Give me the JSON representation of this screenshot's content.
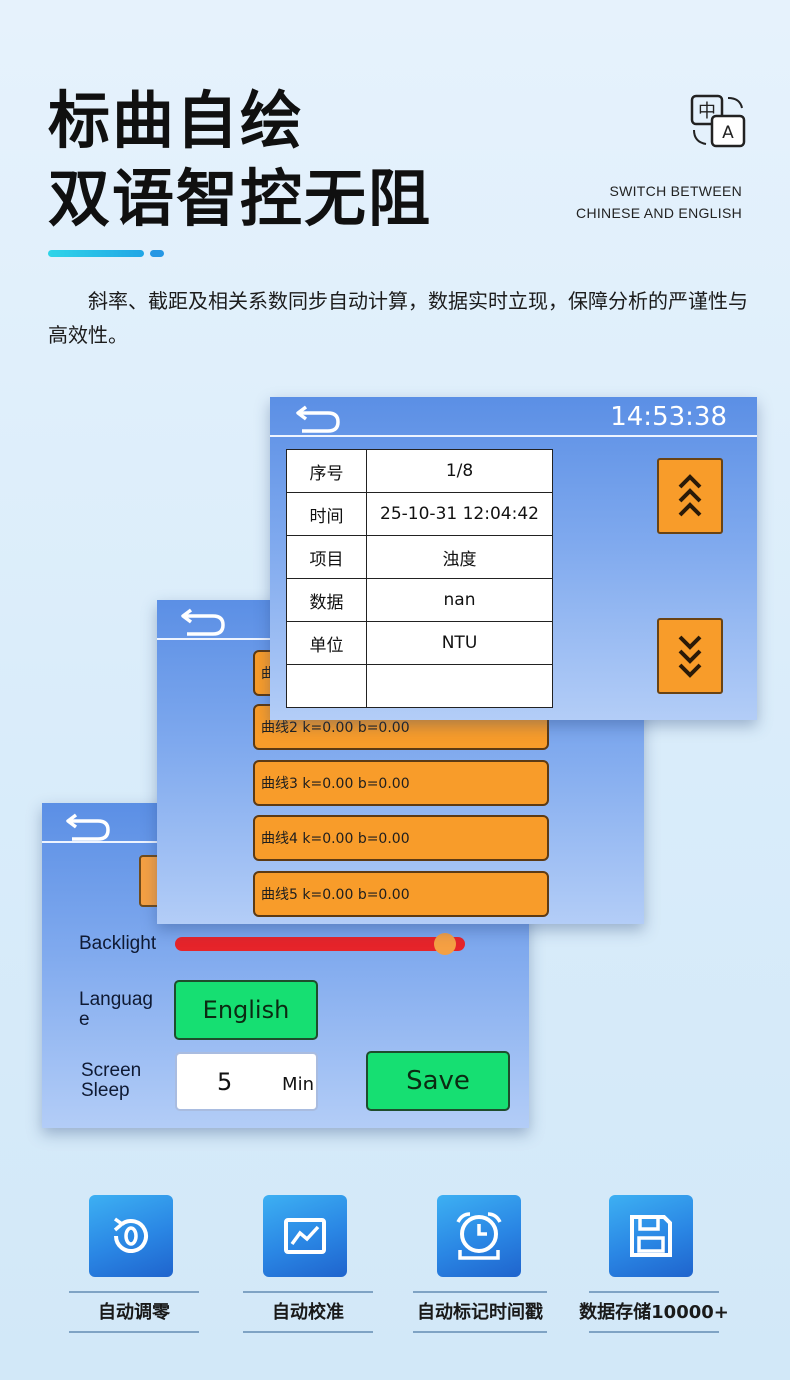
{
  "header": {
    "headline_line1": "标曲自绘",
    "headline_line2": "双语智控无阻",
    "switch_line1": "SWITCH BETWEEN",
    "switch_line2": "CHINESE AND ENGLISH",
    "lang_icon_char_cn": "中",
    "lang_icon_char_en": "A"
  },
  "description": "斜率、截距及相关系数同步自动计算，数据实时立现，保障分析的严谨性与高效性。",
  "settings_screen": {
    "backlight_label": "Backlight",
    "backlight_level": 0.93,
    "language_label_line1": "Languag",
    "language_label_line2": "e",
    "language_button": "English",
    "sleep_label_line1": "Screen",
    "sleep_label_line2": "Sleep",
    "sleep_value": "5",
    "sleep_unit": "Min",
    "save_button": "Save"
  },
  "curves_screen": {
    "partial_item": "曲",
    "curves": [
      "曲线2 k=0.00 b=0.00",
      "曲线3 k=0.00 b=0.00",
      "曲线4 k=0.00 b=0.00",
      "曲线5 k=0.00 b=0.00"
    ]
  },
  "record_screen": {
    "clock": "14:53:38",
    "rows": [
      {
        "key": "序号",
        "value": "1/8"
      },
      {
        "key": "时间",
        "value": "25-10-31 12:04:42"
      },
      {
        "key": "项目",
        "value": "浊度"
      },
      {
        "key": "数据",
        "value": "nan"
      },
      {
        "key": "单位",
        "value": "NTU"
      },
      {
        "key": "",
        "value": ""
      }
    ]
  },
  "features": [
    {
      "label": "自动调零",
      "icon": "auto-zero-icon"
    },
    {
      "label": "自动校准",
      "icon": "calibration-chart-icon"
    },
    {
      "label": "自动标记时间戳",
      "icon": "alarm-clock-icon"
    },
    {
      "label": "数据存储10000+",
      "icon": "floppy-disk-icon"
    }
  ],
  "colors": {
    "screen_blue": "#5b8fe5",
    "orange_button": "#f89c2a",
    "green_button": "#16df72",
    "slider_red": "#e6242a",
    "tile_blue": "#2a86e4"
  }
}
